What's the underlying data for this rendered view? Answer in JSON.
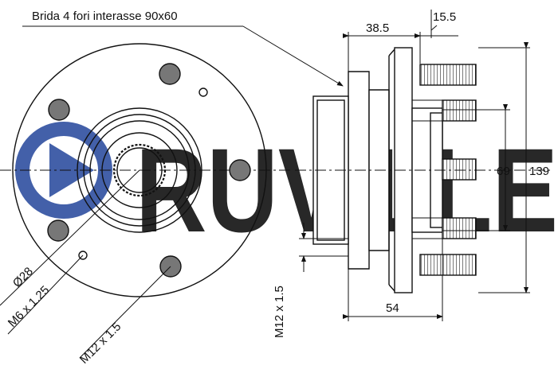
{
  "diagram": {
    "flange_note": "Brida 4 fori interasse 90x60",
    "labels": {
      "bore": "Ø28",
      "small_thread": "M6 x 1.25",
      "front_thread": "M12 x 1.5",
      "side_thread": "M12 x 1.5"
    },
    "dimensions": {
      "flange_to_face": "38.5",
      "stud_offset": "15.5",
      "inner_diameter": "69",
      "outer_diameter": "139",
      "hub_length": "54"
    }
  },
  "watermark": {
    "text": "RUVILLE",
    "color": "#2f4fa0"
  },
  "colors": {
    "line": "#111111",
    "bolt_fill": "#777777"
  }
}
